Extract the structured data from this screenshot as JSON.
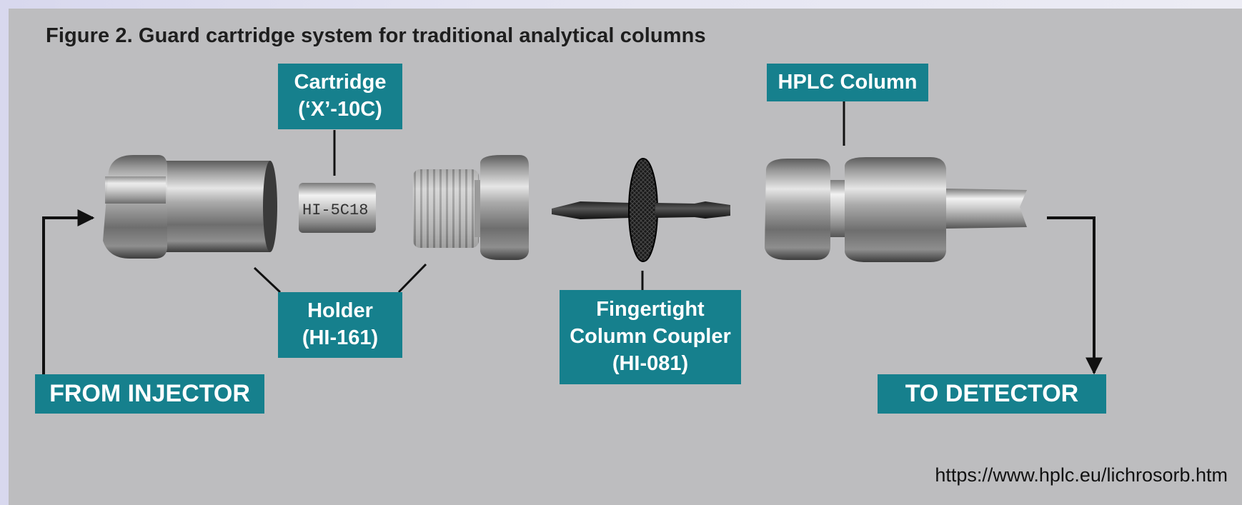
{
  "figure": {
    "title": "Figure 2. Guard cartridge system for traditional analytical columns",
    "source_url": "https://www.hplc.eu/lichrosorb.htm"
  },
  "labels": {
    "cartridge": [
      "Cartridge",
      "(‘X’-10C)"
    ],
    "holder": [
      "Holder",
      "(HI-161)"
    ],
    "coupler": [
      "Fingertight",
      "Column Coupler",
      "(HI-081)"
    ],
    "hplc_column": [
      "HPLC Column"
    ],
    "from_injector": [
      "FROM INJECTOR"
    ],
    "to_detector": [
      "TO DETECTOR"
    ]
  },
  "parts": {
    "cartridge_engraving": "HI-5C18"
  },
  "colors": {
    "label_bg": "#16808d",
    "label_text": "#ffffff",
    "panel_bg": "#bdbdbf",
    "outer_bg": "#dcdcef",
    "line": "#111111"
  }
}
